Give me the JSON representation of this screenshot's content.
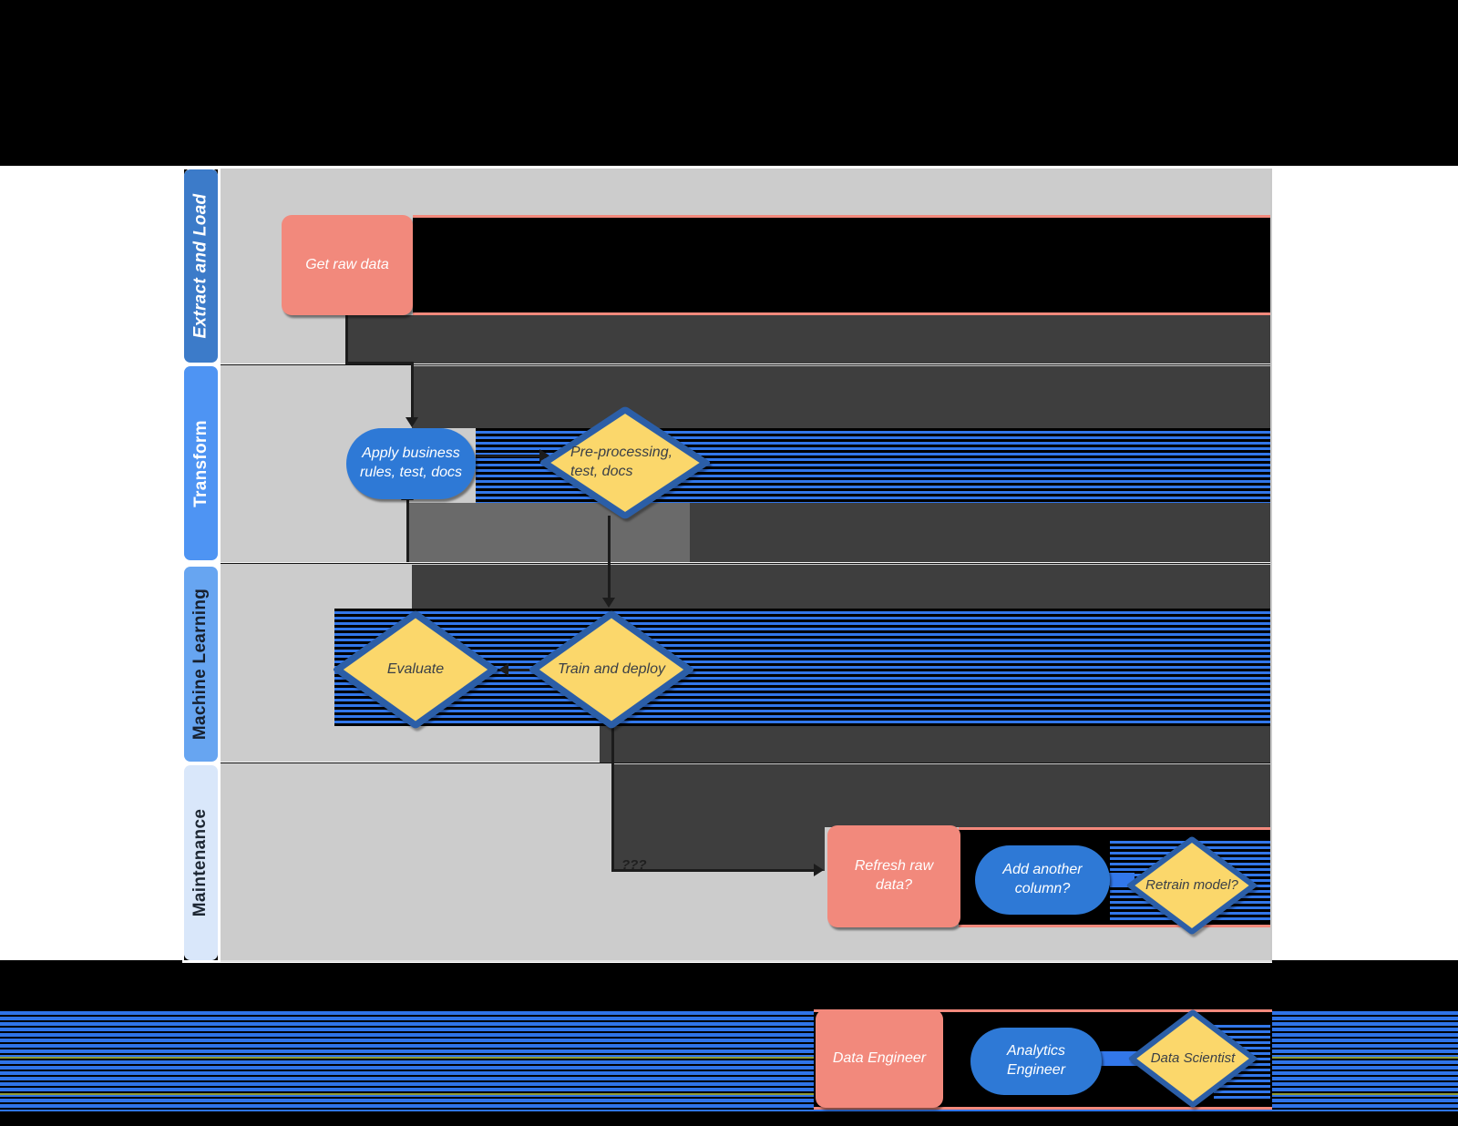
{
  "swimlane_diagram": {
    "title_visible": false,
    "lanes": [
      {
        "id": "extract-and-load",
        "label": "Extract and Load",
        "header_color": "#3c7bc9",
        "label_color": "#ffffff"
      },
      {
        "id": "transform",
        "label": "Transform",
        "header_color": "#4e94f3",
        "label_color": "#ffffff"
      },
      {
        "id": "machine-learning",
        "label": "Machine Learning",
        "header_color": "#67a5f1",
        "label_color": "#17202e"
      },
      {
        "id": "maintenance",
        "label": "Maintenance",
        "header_color": "#d9e7fa",
        "label_color": "#1d2733"
      }
    ],
    "nodes": {
      "get_raw_data": {
        "label": "Get raw data",
        "shape": "rounded-rectangle",
        "lane": "Extract and Load",
        "role": "Data Engineer"
      },
      "apply_business_rules": {
        "label": "Apply business rules, test, docs",
        "shape": "stadium",
        "lane": "Transform",
        "role": "Analytics Engineer"
      },
      "pre_processing": {
        "label": "Pre-processing, test, docs",
        "shape": "diamond",
        "lane": "Transform",
        "role": "Data Scientist"
      },
      "evaluate": {
        "label": "Evaluate",
        "shape": "diamond",
        "lane": "Machine Learning",
        "role": "Data Scientist"
      },
      "train_and_deploy": {
        "label": "Train and deploy",
        "shape": "diamond",
        "lane": "Machine Learning",
        "role": "Data Scientist"
      },
      "refresh_raw_data": {
        "label": "Refresh raw data?",
        "shape": "rounded-rectangle",
        "lane": "Maintenance",
        "role": "Data Engineer"
      },
      "add_another_column": {
        "label": "Add another column?",
        "shape": "stadium",
        "lane": "Maintenance",
        "role": "Analytics Engineer"
      },
      "retrain_model": {
        "label": "Retrain model?",
        "shape": "diamond",
        "lane": "Maintenance",
        "role": "Data Scientist"
      }
    },
    "edge_labels": {
      "train_to_refresh": "???"
    }
  },
  "legend": {
    "items": [
      {
        "label": "Data Engineer",
        "shape": "rounded-rectangle",
        "color": "#f2897c"
      },
      {
        "label": "Analytics Engineer",
        "shape": "stadium",
        "color": "#2e79d6"
      },
      {
        "label": "Data Scientist",
        "shape": "diamond",
        "color": "#fbd76b"
      }
    ]
  },
  "colors": {
    "page_background": "#000000",
    "page_margin": "#ffffff",
    "lane_body": "#cccccc",
    "lane_header_extract_and_load": "#3c7bc9",
    "lane_header_transform": "#4e94f3",
    "lane_header_machine_learning": "#67a5f1",
    "lane_header_maintenance": "#d9e7fa",
    "node_pink": "#f2897c",
    "node_blue": "#2e79d6",
    "node_yellow": "#fbd76b",
    "node_yellow_border": "#2b5ea7",
    "glitch_dark_band": "#3e3e3e",
    "glitch_mid_band": "#6a6a6a",
    "glitch_stripe_blue": "#3277ea",
    "glitch_smear_pink": "#f2897c",
    "edge": "#1c1c1c"
  }
}
